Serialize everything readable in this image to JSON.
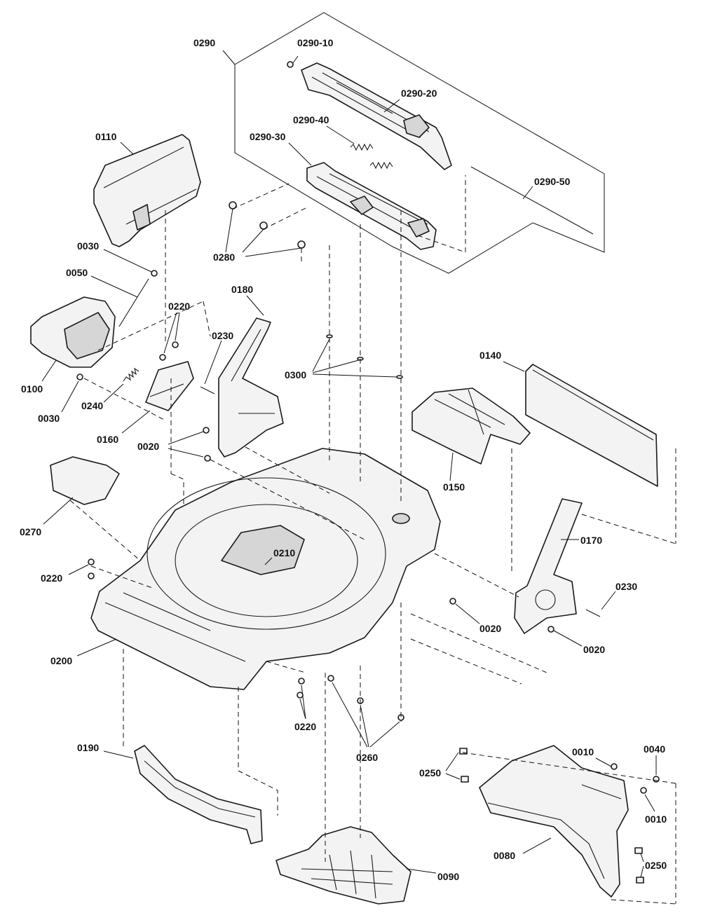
{
  "diagram": {
    "labels": {
      "l0290": "0290",
      "l0290_10": "0290-10",
      "l0290_20": "0290-20",
      "l0290_40": "0290-40",
      "l0290_30": "0290-30",
      "l0290_50": "0290-50",
      "l0110": "0110",
      "l0280": "0280",
      "l0030a": "0030",
      "l0050": "0050",
      "l0220a": "0220",
      "l0180": "0180",
      "l0230a": "0230",
      "l0300": "0300",
      "l0140": "0140",
      "l0100": "0100",
      "l0240": "0240",
      "l0030b": "0030",
      "l0160": "0160",
      "l0020a": "0020",
      "l0150": "0150",
      "l0270": "0270",
      "l0170": "0170",
      "l0210": "0210",
      "l0220b": "0220",
      "l0230b": "0230",
      "l0020b": "0020",
      "l0020c": "0020",
      "l0200": "0200",
      "l0220c": "0220",
      "l0260": "0260",
      "l0190": "0190",
      "l0010a": "0010",
      "l0040": "0040",
      "l0250a": "0250",
      "l0010b": "0010",
      "l0080": "0080",
      "l0250b": "0250",
      "l0090": "0090"
    }
  }
}
